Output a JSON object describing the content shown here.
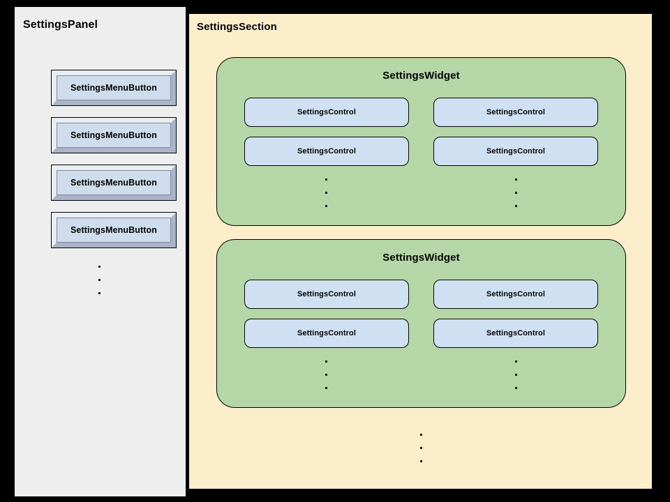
{
  "panel": {
    "title": "SettingsPanel",
    "buttons": [
      {
        "label": "SettingsMenuButton"
      },
      {
        "label": "SettingsMenuButton"
      },
      {
        "label": "SettingsMenuButton"
      },
      {
        "label": "SettingsMenuButton"
      }
    ],
    "ellipsis_dots": 3
  },
  "section": {
    "title": "SettingsSection",
    "widgets": [
      {
        "title": "SettingsWidget",
        "controls": [
          {
            "label": "SettingsControl"
          },
          {
            "label": "SettingsControl"
          },
          {
            "label": "SettingsControl"
          },
          {
            "label": "SettingsControl"
          }
        ],
        "ellipsis_columns": 2,
        "ellipsis_dots": 3
      },
      {
        "title": "SettingsWidget",
        "controls": [
          {
            "label": "SettingsControl"
          },
          {
            "label": "SettingsControl"
          },
          {
            "label": "SettingsControl"
          },
          {
            "label": "SettingsControl"
          }
        ],
        "ellipsis_columns": 2,
        "ellipsis_dots": 3
      }
    ],
    "ellipsis_dots": 3
  },
  "colors": {
    "canvas": "#000000",
    "panel_background": "#eeeeee",
    "section_background": "#fdeecb",
    "widget_background": "#b5d6a7",
    "control_background": "#cfe0f2",
    "button_face": "#cfdcec",
    "bevel_light": "#e9eef3",
    "bevel_dark": "#a9b5c6",
    "border": "#000000"
  }
}
